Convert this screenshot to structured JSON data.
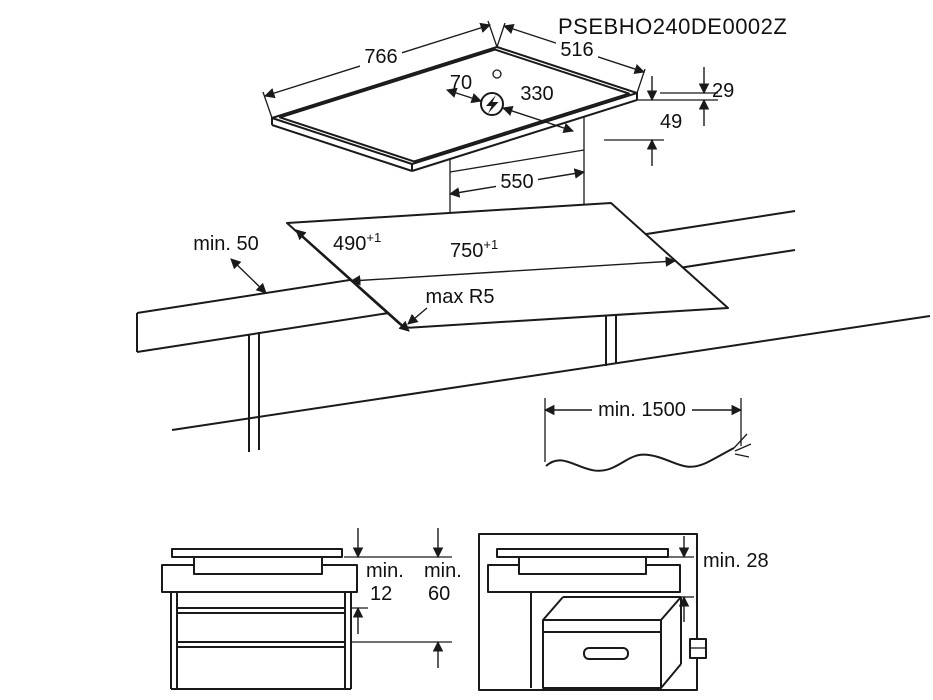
{
  "document": {
    "code": "PSEBHO240DE0002Z"
  },
  "colors": {
    "ink": "#1a1a1a",
    "paper": "#ffffff"
  },
  "hob_view": {
    "dim_width": "766",
    "dim_depth": "516",
    "dim_connection_offset": "70",
    "dim_connection_span": "330",
    "dim_height_above_worktop": "29",
    "dim_height_below_worktop": "49",
    "dim_casing_width": "550",
    "power_symbol": "lightning-bolt"
  },
  "cutout_view": {
    "dim_edge_distance": "min. 50",
    "dim_depth": "490",
    "dim_depth_tol": "+1",
    "dim_width": "750",
    "dim_width_tol": "+1",
    "dim_corner_radius": "max R5"
  },
  "cable_view": {
    "dim_length": "min. 1500"
  },
  "drawer_section": {
    "dim1_prefix": "min.",
    "dim1_value": "12",
    "dim2_prefix": "min.",
    "dim2_value": "60"
  },
  "oven_section": {
    "dim_clearance": "min. 28"
  }
}
